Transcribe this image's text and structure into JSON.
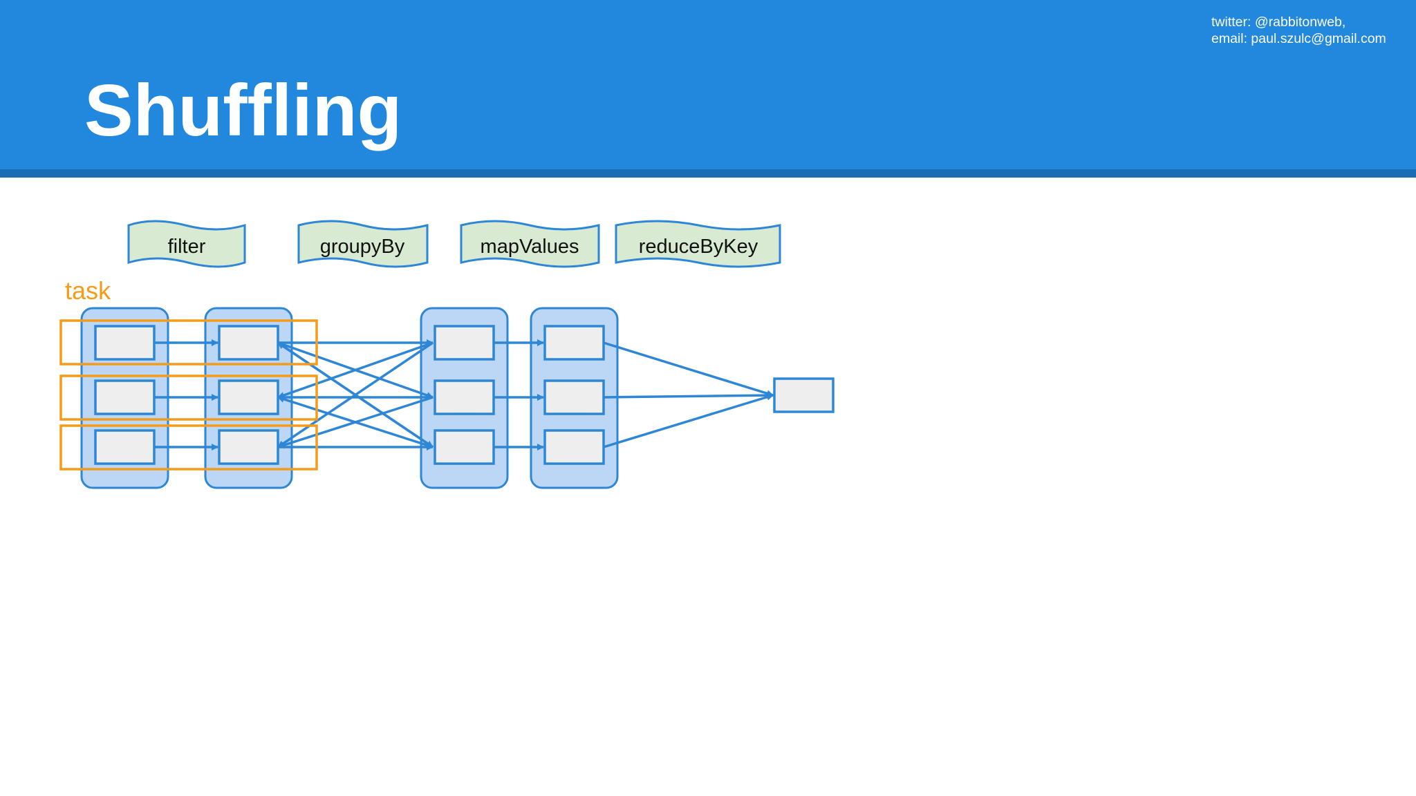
{
  "slide": {
    "title": "Shuffling",
    "contact": {
      "twitter": "twitter: @rabbitonweb,",
      "email": "email: paul.szulc@gmail.com"
    }
  },
  "diagram": {
    "operations": [
      "filter",
      "groupyBy",
      "mapValues",
      "reduceByKey"
    ],
    "task_label": "task",
    "colors": {
      "header": "#2288dd",
      "stage_fill": "#bcd7f5",
      "stage_stroke": "#2d86d6",
      "partition_fill": "#eeeeee",
      "task_outline": "#f59b1a",
      "operation_fill": "#d9ead3"
    }
  }
}
